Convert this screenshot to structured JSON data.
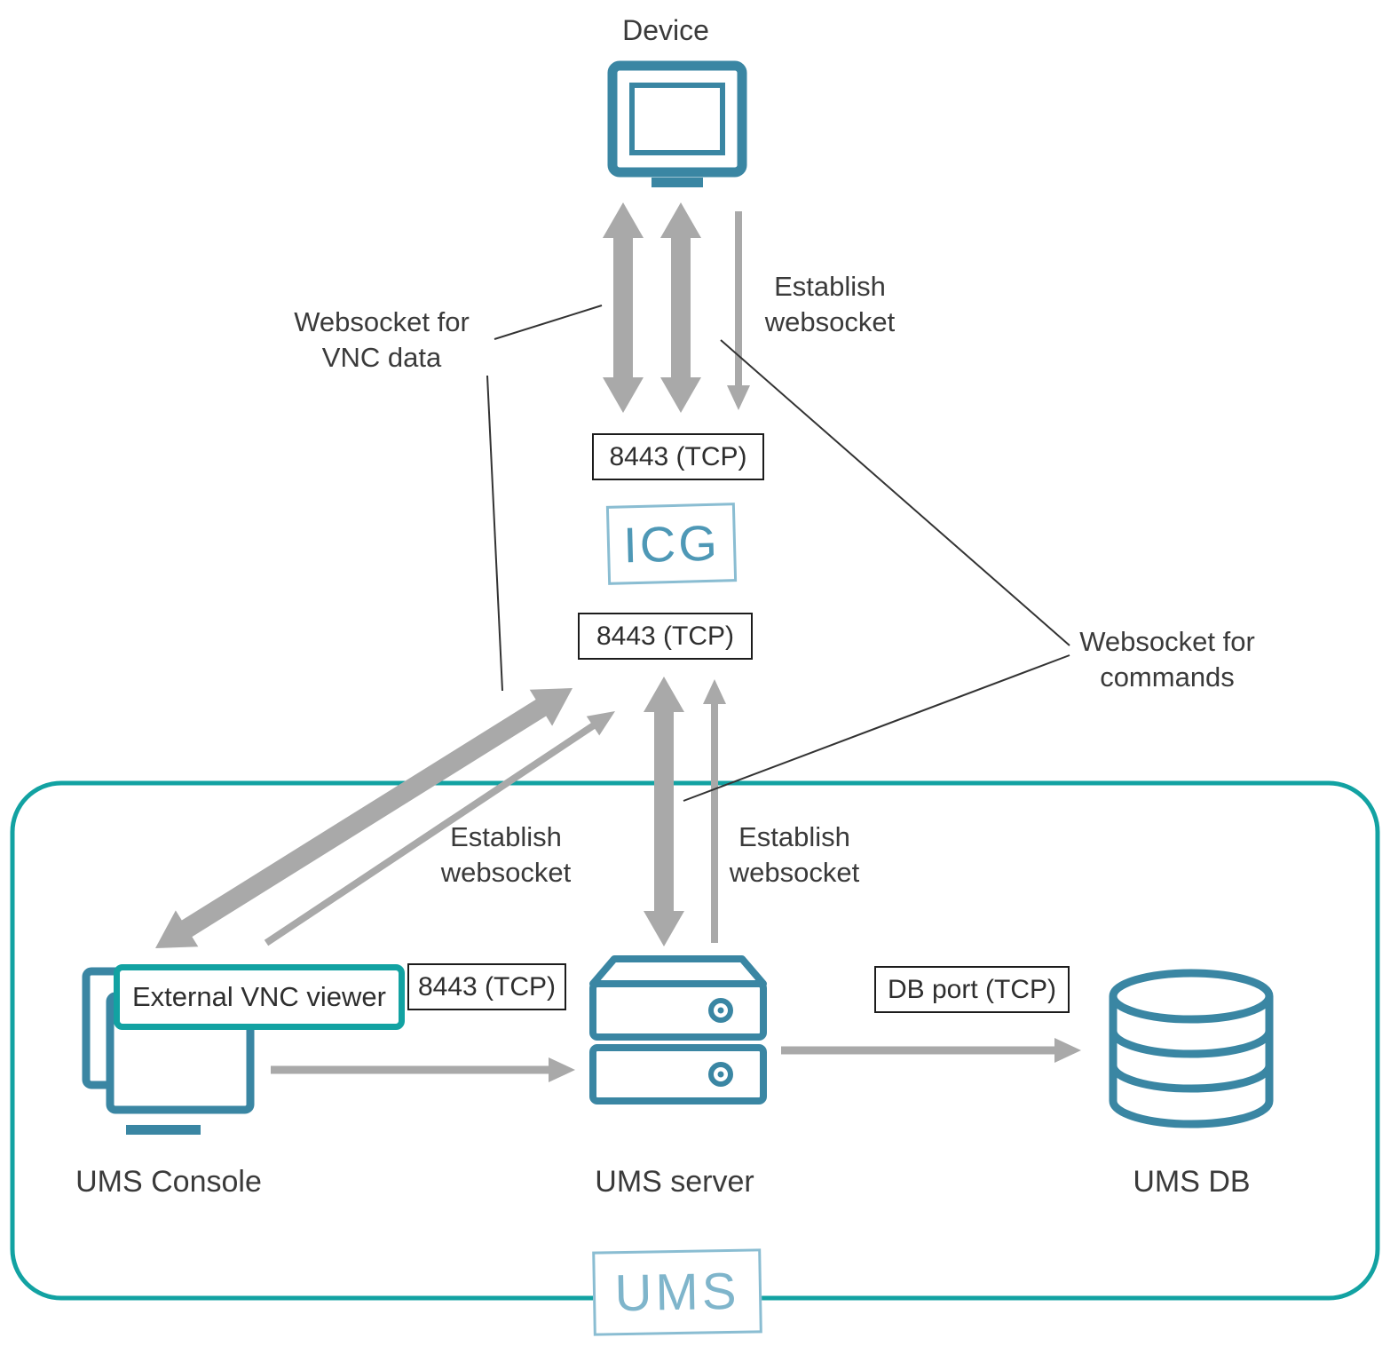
{
  "colors": {
    "node_icon": "#3a86a3",
    "accent_teal": "#12a2a2",
    "arrow_gray": "#a9a9a9",
    "logo_text_blue": "#4e98b6",
    "logo_border_blue": "#8abdd2"
  },
  "nodes": {
    "device": {
      "label": "Device"
    },
    "icg": {
      "logo_text": "ICG"
    },
    "ums_console": {
      "label": "UMS Console"
    },
    "ums_server": {
      "label": "UMS server"
    },
    "ums_db": {
      "label": "UMS DB"
    },
    "ums_group": {
      "logo_text": "UMS"
    },
    "external_vnc_viewer": {
      "label": "External VNC viewer"
    }
  },
  "port_labels": {
    "device_to_icg": "8443 (TCP)",
    "icg_to_ums": "8443 (TCP)",
    "console_to_server": "8443 (TCP)",
    "server_to_db": "DB port (TCP)"
  },
  "annotations": {
    "websocket_vnc_data": "Websocket for\nVNC data",
    "establish_websocket_device": "Establish\nwebsocket",
    "establish_websocket_console": "Establish\nwebsocket",
    "establish_websocket_server": "Establish\nwebsocket",
    "websocket_commands": "Websocket for\ncommands"
  }
}
